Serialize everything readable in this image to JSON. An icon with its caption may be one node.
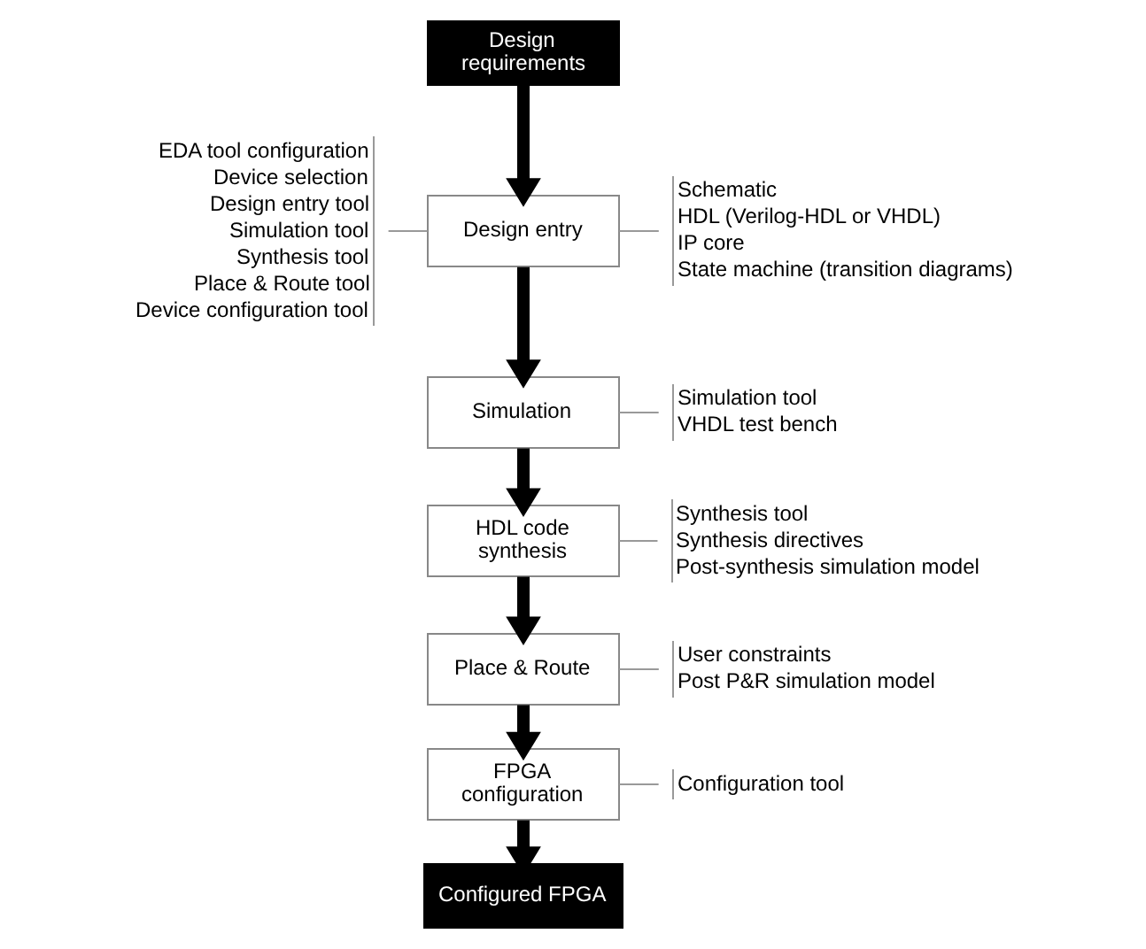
{
  "diagram": {
    "nodes": [
      {
        "text": [
          "Design requirements"
        ]
      },
      {
        "text": [
          "Design entry"
        ]
      },
      {
        "text": [
          "Simulation"
        ]
      },
      {
        "text": [
          "HDL code synthesis"
        ]
      },
      {
        "text": [
          "Place & Route"
        ]
      },
      {
        "text": [
          "FPGA configuration"
        ]
      },
      {
        "text": [
          "Configured FPGA"
        ]
      },
      {
        "text": [
          "EDA tool configuration",
          "Device selection",
          "Design entry tool",
          "Simulation tool",
          "Synthesis tool",
          "Place & Route tool",
          "Device configuration tool"
        ]
      },
      {
        "text": [
          "Schematic",
          "HDL (Verilog-HDL or VHDL)",
          "IP core",
          "State machine (transition diagrams)"
        ]
      },
      {
        "text": [
          "Simulation tool",
          "VHDL test bench"
        ]
      },
      {
        "text": [
          "Synthesis tool",
          "Synthesis directives",
          "Post-synthesis simulation model"
        ]
      },
      {
        "text": [
          "User constraints",
          "Post P&R simulation model"
        ]
      },
      {
        "text": [
          "Configuration tool"
        ]
      }
    ],
    "edges": [
      {
        "from": 0,
        "to": 1,
        "arrow": "to",
        "style": "thick"
      },
      {
        "from": 1,
        "to": 2,
        "arrow": "to",
        "style": "thick"
      },
      {
        "from": 2,
        "to": 3,
        "arrow": "to",
        "style": "thick"
      },
      {
        "from": 3,
        "to": 4,
        "arrow": "to",
        "style": "thick"
      },
      {
        "from": 4,
        "to": 5,
        "arrow": "to",
        "style": "thick"
      },
      {
        "from": 5,
        "to": 6,
        "arrow": "to",
        "style": "thick"
      },
      {
        "from": 7,
        "to": 1,
        "arrow": "none",
        "color": "#999999"
      },
      {
        "from": 1,
        "to": 8,
        "arrow": "none",
        "color": "#999999"
      },
      {
        "from": 2,
        "to": 9,
        "arrow": "none",
        "color": "#999999"
      },
      {
        "from": 3,
        "to": 10,
        "arrow": "none",
        "color": "#999999"
      },
      {
        "from": 4,
        "to": 11,
        "arrow": "none",
        "color": "#999999"
      },
      {
        "from": 5,
        "to": 12,
        "arrow": "none",
        "color": "#999999"
      }
    ]
  }
}
